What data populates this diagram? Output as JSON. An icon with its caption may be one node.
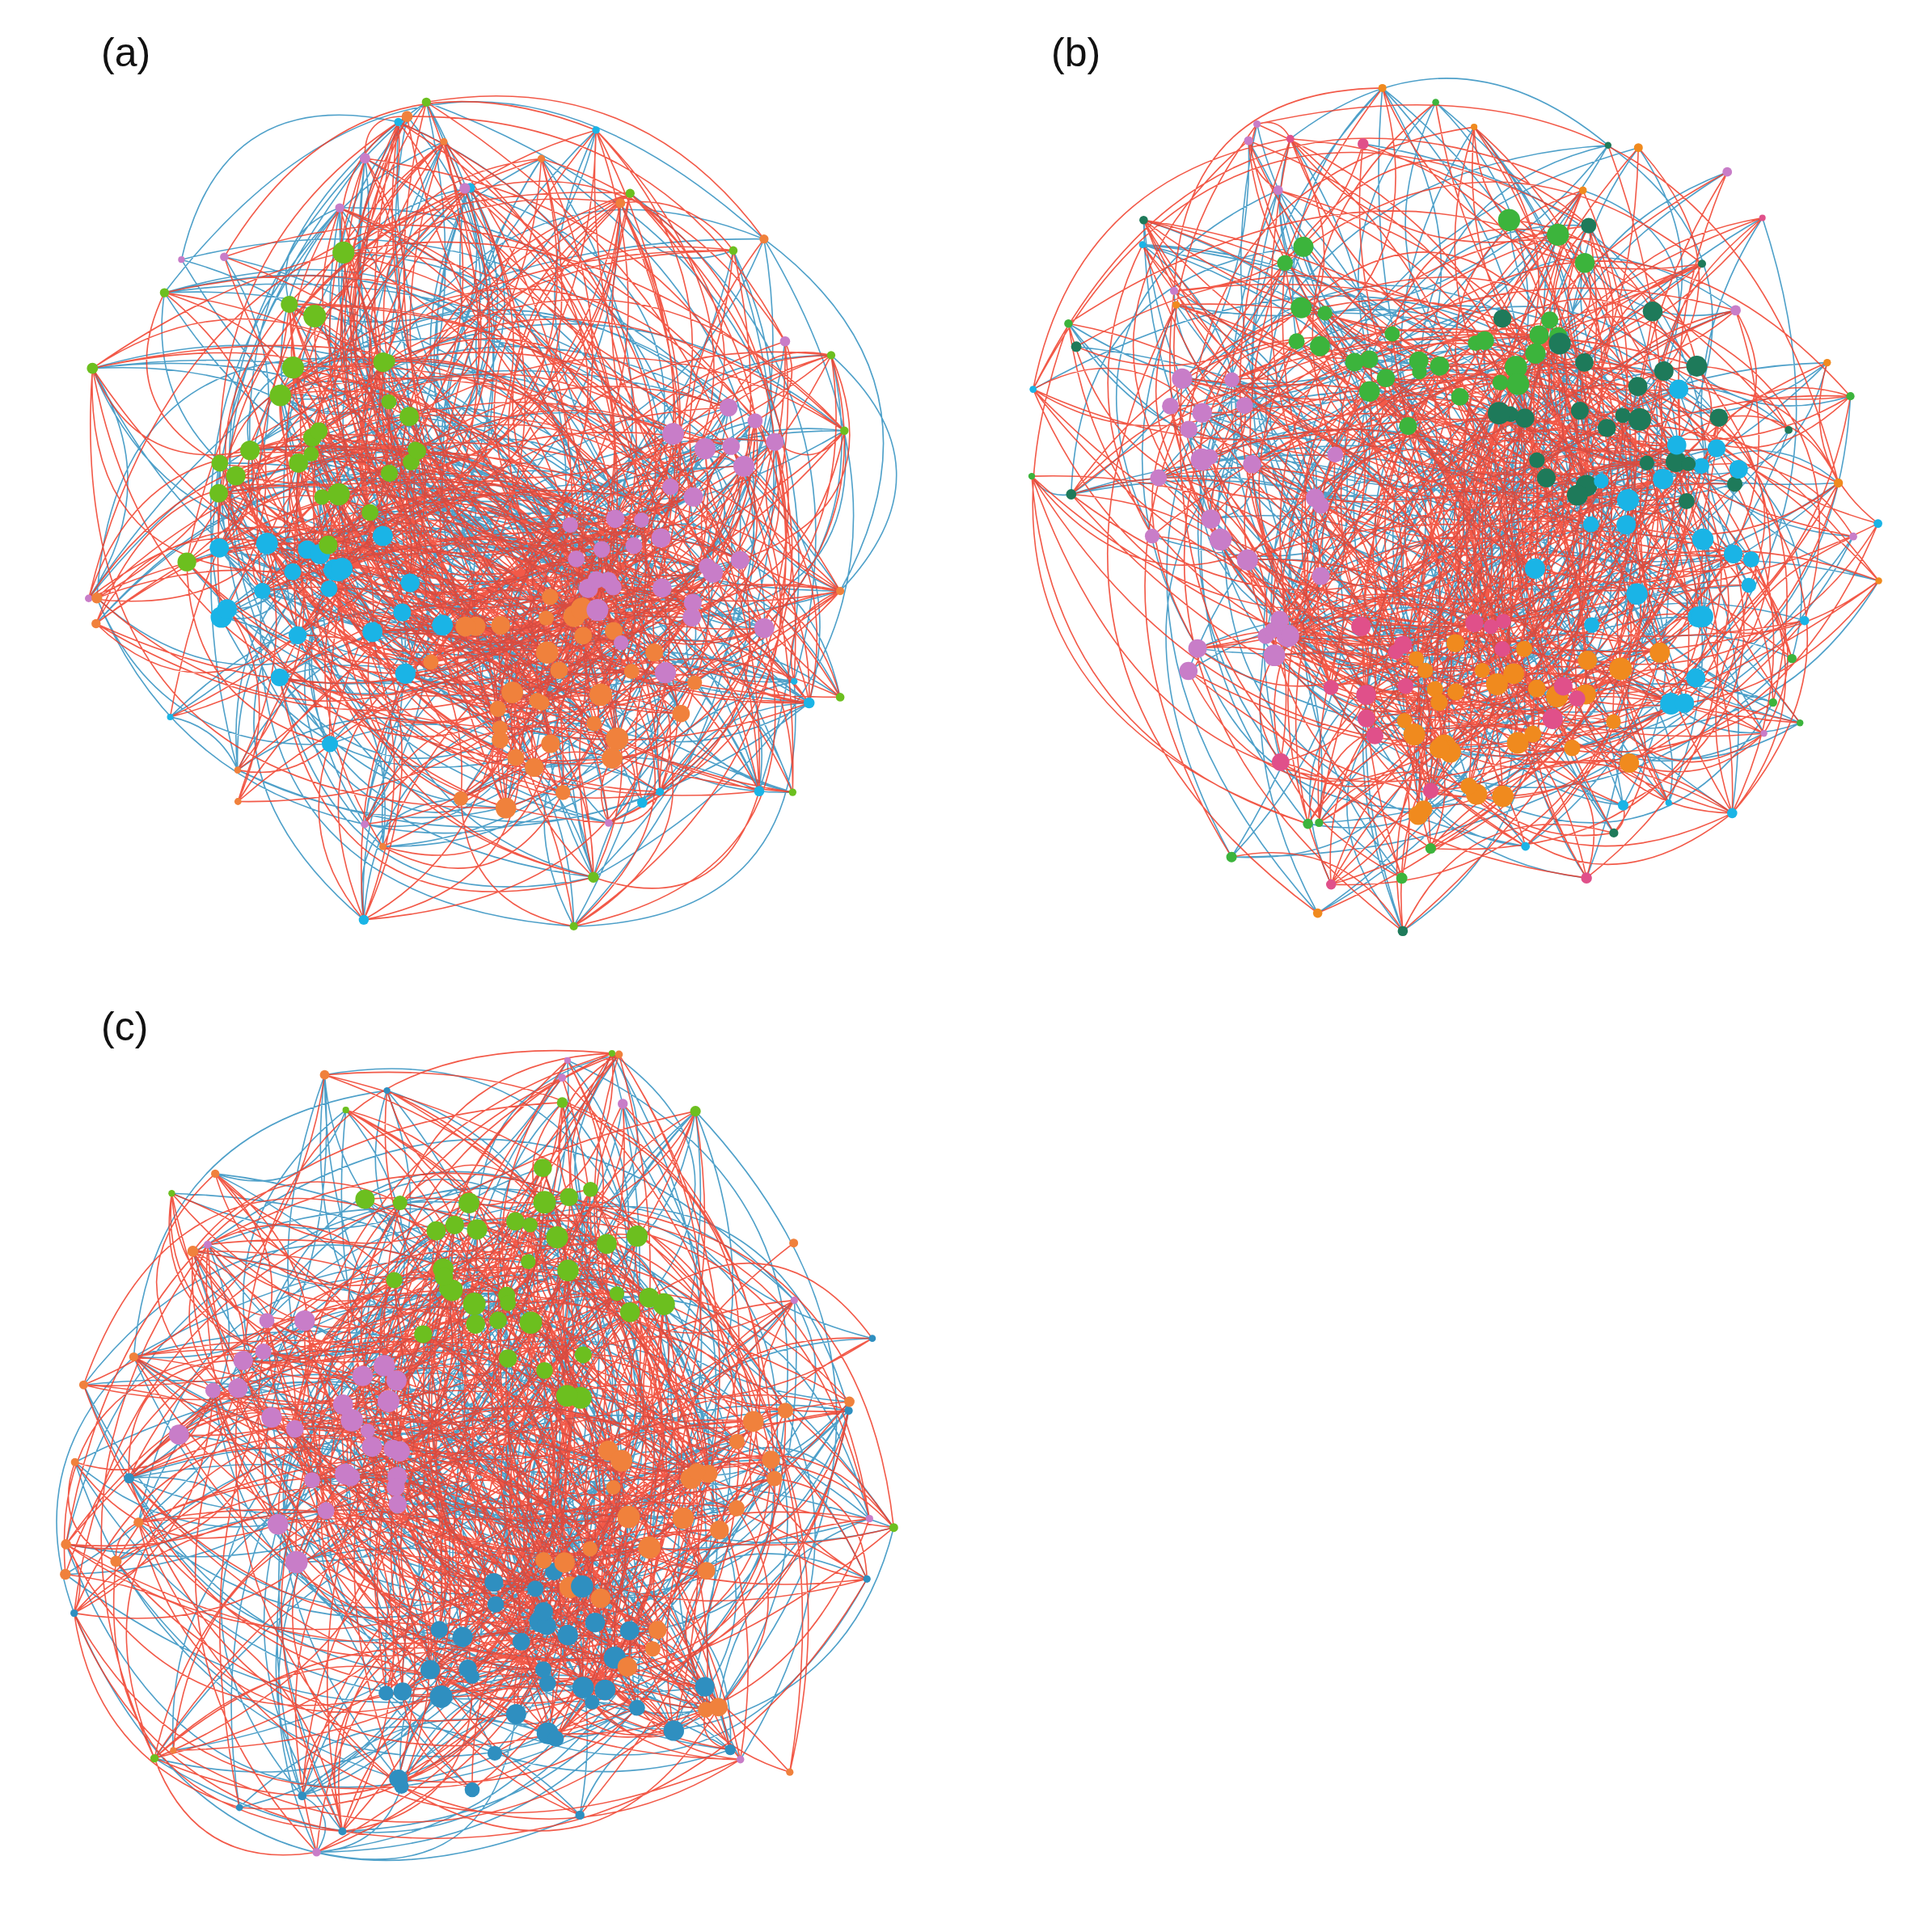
{
  "diagram": {
    "labels": [
      "(a)",
      "(b)",
      "(c)"
    ]
  }
}
